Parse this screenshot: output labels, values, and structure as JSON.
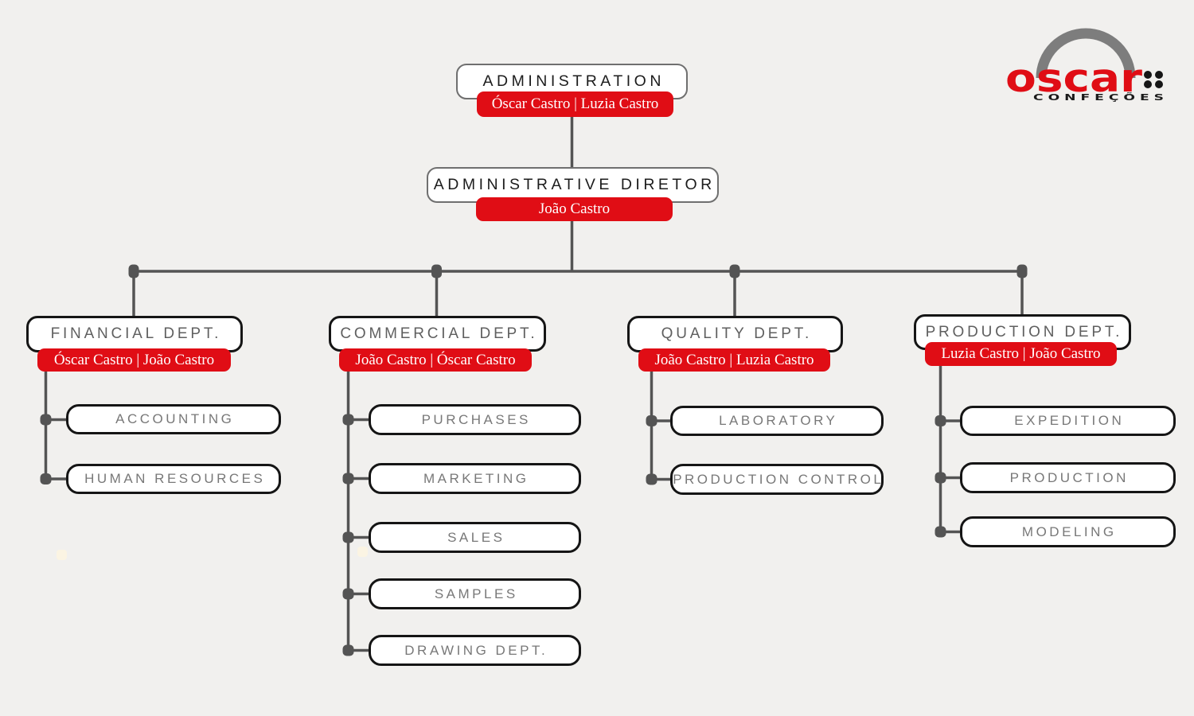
{
  "colors": {
    "background": "#f1f0ee",
    "red": "#e00d15",
    "line": "#545454",
    "border_dark": "#151515",
    "border_gray": "#6f6f6f",
    "title_dark": "#1c1c1c",
    "title_gray": "#5f5f5f",
    "sub_label": "#787878",
    "logo_arch": "#7d7d7d",
    "logo_red": "#e00d15"
  },
  "logo": {
    "brand": "oscar",
    "subtitle": "C O N F E Ç Õ E S"
  },
  "root": {
    "title": "ADMINISTRATION",
    "members": "Óscar Castro | Luzia Castro"
  },
  "director": {
    "title": "ADMINISTRATIVE DIRETOR",
    "members": "João Castro"
  },
  "departments": [
    {
      "title": "FINANCIAL DEPT.",
      "members": "Óscar Castro | João Castro",
      "children": [
        "ACCOUNTING",
        "HUMAN RESOURCES"
      ]
    },
    {
      "title": "COMMERCIAL DEPT.",
      "members": "João Castro | Óscar Castro",
      "children": [
        "PURCHASES",
        "MARKETING",
        "SALES",
        "SAMPLES",
        "DRAWING DEPT."
      ]
    },
    {
      "title": "QUALITY DEPT.",
      "members": "João Castro | Luzia Castro",
      "children": [
        "LABORATORY",
        "PRODUCTION CONTROL"
      ]
    },
    {
      "title": "PRODUCTION DEPT.",
      "members": "Luzia Castro | João Castro",
      "children": [
        "EXPEDITION",
        "PRODUCTION",
        "MODELING"
      ]
    }
  ]
}
